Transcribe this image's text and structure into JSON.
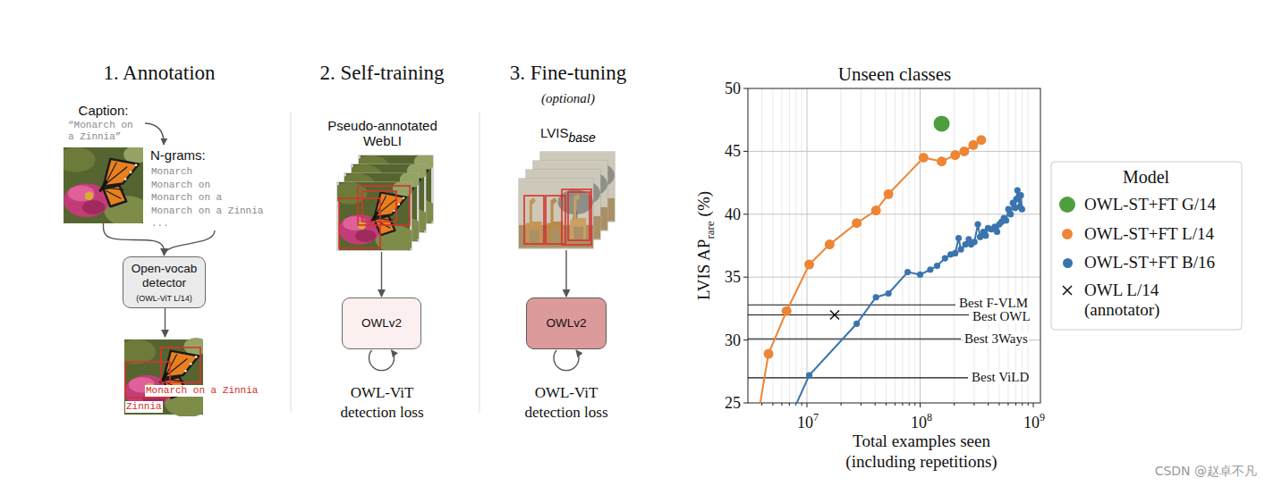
{
  "diagram": {
    "nodes": [
      {
        "text": [
          "Caption:",
          "“Monarch on a Zinnia”"
        ]
      },
      {
        "text": [
          "Open-vocab detector",
          "(OWL-ViT L/14)"
        ]
      },
      {
        "text": [
          "Monarch on a Zinnia",
          "Zinnia"
        ]
      },
      {
        "text": [
          "Pseudo-annotated WebLI"
        ]
      },
      {
        "text": [
          "OWLv2"
        ]
      },
      {
        "text": [
          "LVIS",
          "base"
        ]
      },
      {
        "text": [
          "OWLv2"
        ]
      }
    ],
    "edges": [
      {
        "from": 0,
        "to": 1,
        "arrow": "to"
      },
      {
        "from": 1,
        "to": 2,
        "arrow": "to"
      },
      {
        "from": 3,
        "to": 4,
        "arrow": "to"
      },
      {
        "from": 5,
        "to": 6,
        "arrow": "to"
      }
    ],
    "labels": [
      "1. Annotation",
      "N-grams:",
      "Monarch",
      "Monarch on",
      "Monarch on a",
      "Monarch on a Zinnia",
      "...",
      "2. Self-training",
      "OWL-ViT detection loss",
      "3. Fine-tuning",
      "(optional)",
      "OWL-ViT detection loss",
      "Unseen classes",
      "50",
      "45",
      "40",
      "35",
      "30",
      "25",
      "10",
      "7",
      "10",
      "8",
      "10",
      "9",
      "LVIS AP",
      "rare",
      "(%)",
      "Total examples seen",
      "(including repetitions)",
      "Best F-VLM",
      "Best OWL",
      "Best 3Ways",
      "Best ViLD",
      "Model",
      "CSDN @赵卓不凡"
    ],
    "legend": [
      {
        "text": "OWL-ST+FT G/14",
        "color": "#4f9e3d"
      },
      {
        "text": "OWL-ST+FT L/14",
        "color": "#ee8535"
      },
      {
        "text": "OWL-ST+FT B/16",
        "color": "#3a74ae"
      },
      {
        "text": "OWL L/14 (annotator)"
      }
    ]
  }
}
